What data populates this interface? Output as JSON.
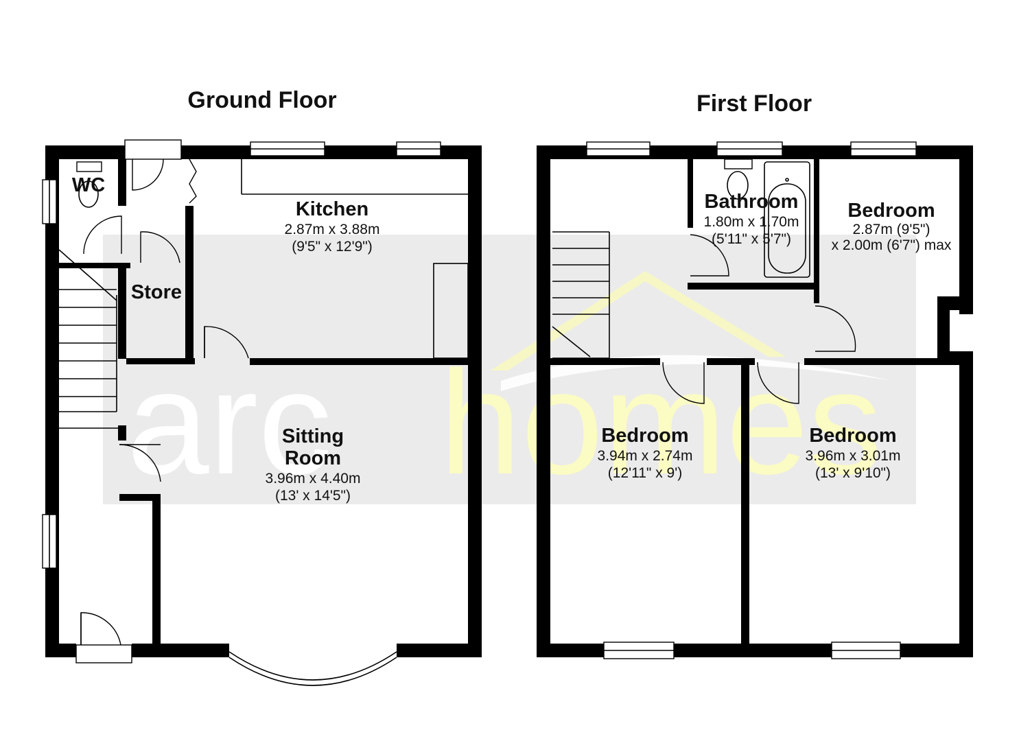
{
  "floors": [
    {
      "title": "Ground Floor",
      "rooms": [
        {
          "name": "WC"
        },
        {
          "name": "Kitchen",
          "dim_metric": "2.87m x 3.88m",
          "dim_imperial": "(9'5\" x 12'9\")"
        },
        {
          "name": "Store"
        },
        {
          "name_line1": "Sitting",
          "name_line2": "Room",
          "dim_metric": "3.96m x 4.40m",
          "dim_imperial": "(13' x 14'5\")"
        }
      ]
    },
    {
      "title": "First Floor",
      "rooms": [
        {
          "name": "Bathroom",
          "dim_metric": "1.80m x 1.70m",
          "dim_imperial": "(5'11\" x 5'7\")"
        },
        {
          "name": "Bedroom",
          "dim_line1": "2.87m (9'5\")",
          "dim_line2": "x 2.00m (6'7\") max"
        },
        {
          "name": "Bedroom",
          "dim_metric": "3.94m x 2.74m",
          "dim_imperial": "(12'11\" x 9')"
        },
        {
          "name": "Bedroom",
          "dim_metric": "3.96m x 3.01m",
          "dim_imperial": "(13' x 9'10\")"
        }
      ]
    }
  ],
  "watermark": {
    "brand_part1": "arc",
    "brand_part2": "homes",
    "color_grey": "#ffffff",
    "color_yellow": "#fbfbc4",
    "panel_color": "#ebebeb"
  }
}
